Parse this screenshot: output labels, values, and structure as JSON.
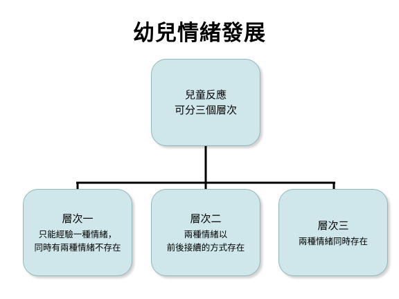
{
  "title": "幼兒情緒發展",
  "root": {
    "line1": "兒童反應",
    "line2": "可分三個層次"
  },
  "children": [
    {
      "title": "層次一",
      "line1": "只能經驗一種情緒，",
      "line2": "同時有兩種情緒不存在"
    },
    {
      "title": "層次二",
      "line1": "兩種情緒以",
      "line2": "前後接續的方式存在"
    },
    {
      "title": "層次三",
      "line1": "兩種情緒同時存在"
    }
  ],
  "colors": {
    "node_fill": "#cfe7ea",
    "node_border": "#8fb8bd",
    "connector": "#000000"
  }
}
